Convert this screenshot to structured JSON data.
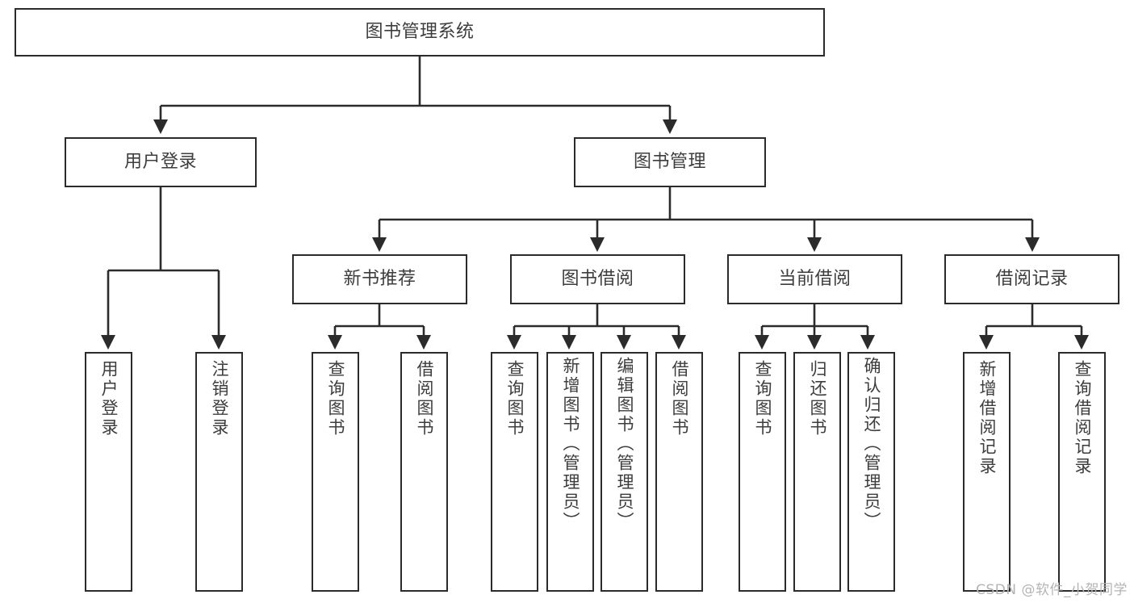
{
  "diagram": {
    "title": "图书管理系统",
    "type": "tree-hierarchy-chart",
    "watermark": "CSDN @软件_小贺同学",
    "colors": {
      "stroke": "#2b2b2b",
      "box_fill": "#ffffff",
      "text": "#3d3d3d",
      "watermark": "#b4b4b4",
      "background": "#ffffff"
    },
    "root": {
      "label": "图书管理系统"
    },
    "level1": [
      {
        "label": "用户登录"
      },
      {
        "label": "图书管理"
      }
    ],
    "level2": [
      {
        "label": "新书推荐"
      },
      {
        "label": "图书借阅"
      },
      {
        "label": "当前借阅"
      },
      {
        "label": "借阅记录"
      }
    ],
    "leaves": {
      "user_login": [
        {
          "label": "用户登录"
        },
        {
          "label": "注销登录"
        }
      ],
      "new_book_recommend": [
        {
          "label": "查询图书"
        },
        {
          "label": "借阅图书"
        }
      ],
      "book_borrow": [
        {
          "label": "查询图书"
        },
        {
          "label": "新增图书（管理员）"
        },
        {
          "label": "编辑图书（管理员）"
        },
        {
          "label": "借阅图书"
        }
      ],
      "current_borrow": [
        {
          "label": "查询图书"
        },
        {
          "label": "归还图书"
        },
        {
          "label": "确认归还（管理员）"
        }
      ],
      "borrow_record": [
        {
          "label": "新增借阅记录"
        },
        {
          "label": "查询借阅记录"
        }
      ]
    }
  }
}
